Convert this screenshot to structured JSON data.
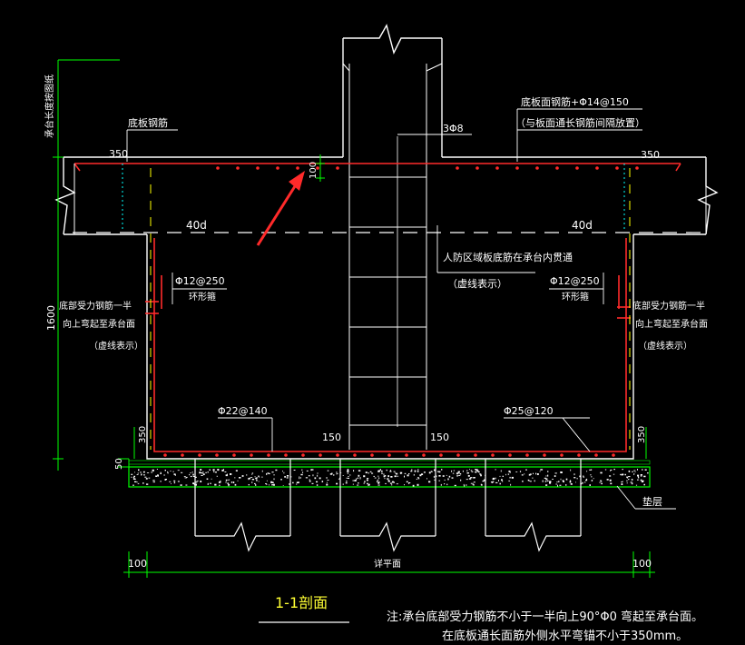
{
  "colors": {
    "background": "#000000",
    "structure": "#ffffff",
    "dimension": "#00ff00",
    "rebar": "#ff2a2a",
    "leader": "#ffffff",
    "cover_line": "#ffff00",
    "title": "#ffff33",
    "note": "#ffffff",
    "dotted_rebar": "#00ffff"
  },
  "labels": {
    "vertical_dim_label": "承台长度按图纸",
    "bottom_rebar_top": "底板钢筋",
    "top_face_rebar": "底板面钢筋+Φ14@150",
    "top_face_rebar_note": "（与板面通长钢筋间隔放置）",
    "stirrup_count": "3Φ8",
    "cover_100": "100",
    "lap_left": "40d",
    "lap_right": "40d",
    "civil_defense": "人防区域板底筋在承台内贯通",
    "civil_defense_note": "（虚线表示）",
    "ring_left": "Φ12@250",
    "ring_left_name": "环形箍",
    "ring_right": "Φ12@250",
    "ring_right_name": "环形箍",
    "side_left_1": "底部受力钢筋一半",
    "side_left_2": "向上弯起至承台面",
    "side_left_3": "（虚线表示）",
    "side_right_1": "底部受力钢筋一半",
    "side_right_2": "向上弯起至承台面",
    "side_right_3": "（虚线表示）",
    "bottom_bar_left": "Φ22@140",
    "bottom_bar_right": "Φ25@120",
    "dim_150_left": "150",
    "dim_150_right": "150",
    "dim_350_tl": "350",
    "dim_350_tr": "350",
    "dim_350_bl": "350",
    "dim_350_br": "350",
    "dim_1600": "1600",
    "dim_50": "50",
    "dim_100_left": "100",
    "dim_100_right": "100",
    "plan_ref": "详平面",
    "cushion": "垫层",
    "section_title": "1-1剖面",
    "note_line1": "注:承台底部受力钢筋不小于一半向上90°Φ0 弯起至承台面。",
    "note_line2": "在底板通长面筋外侧水平弯锚不小于350mm。"
  }
}
